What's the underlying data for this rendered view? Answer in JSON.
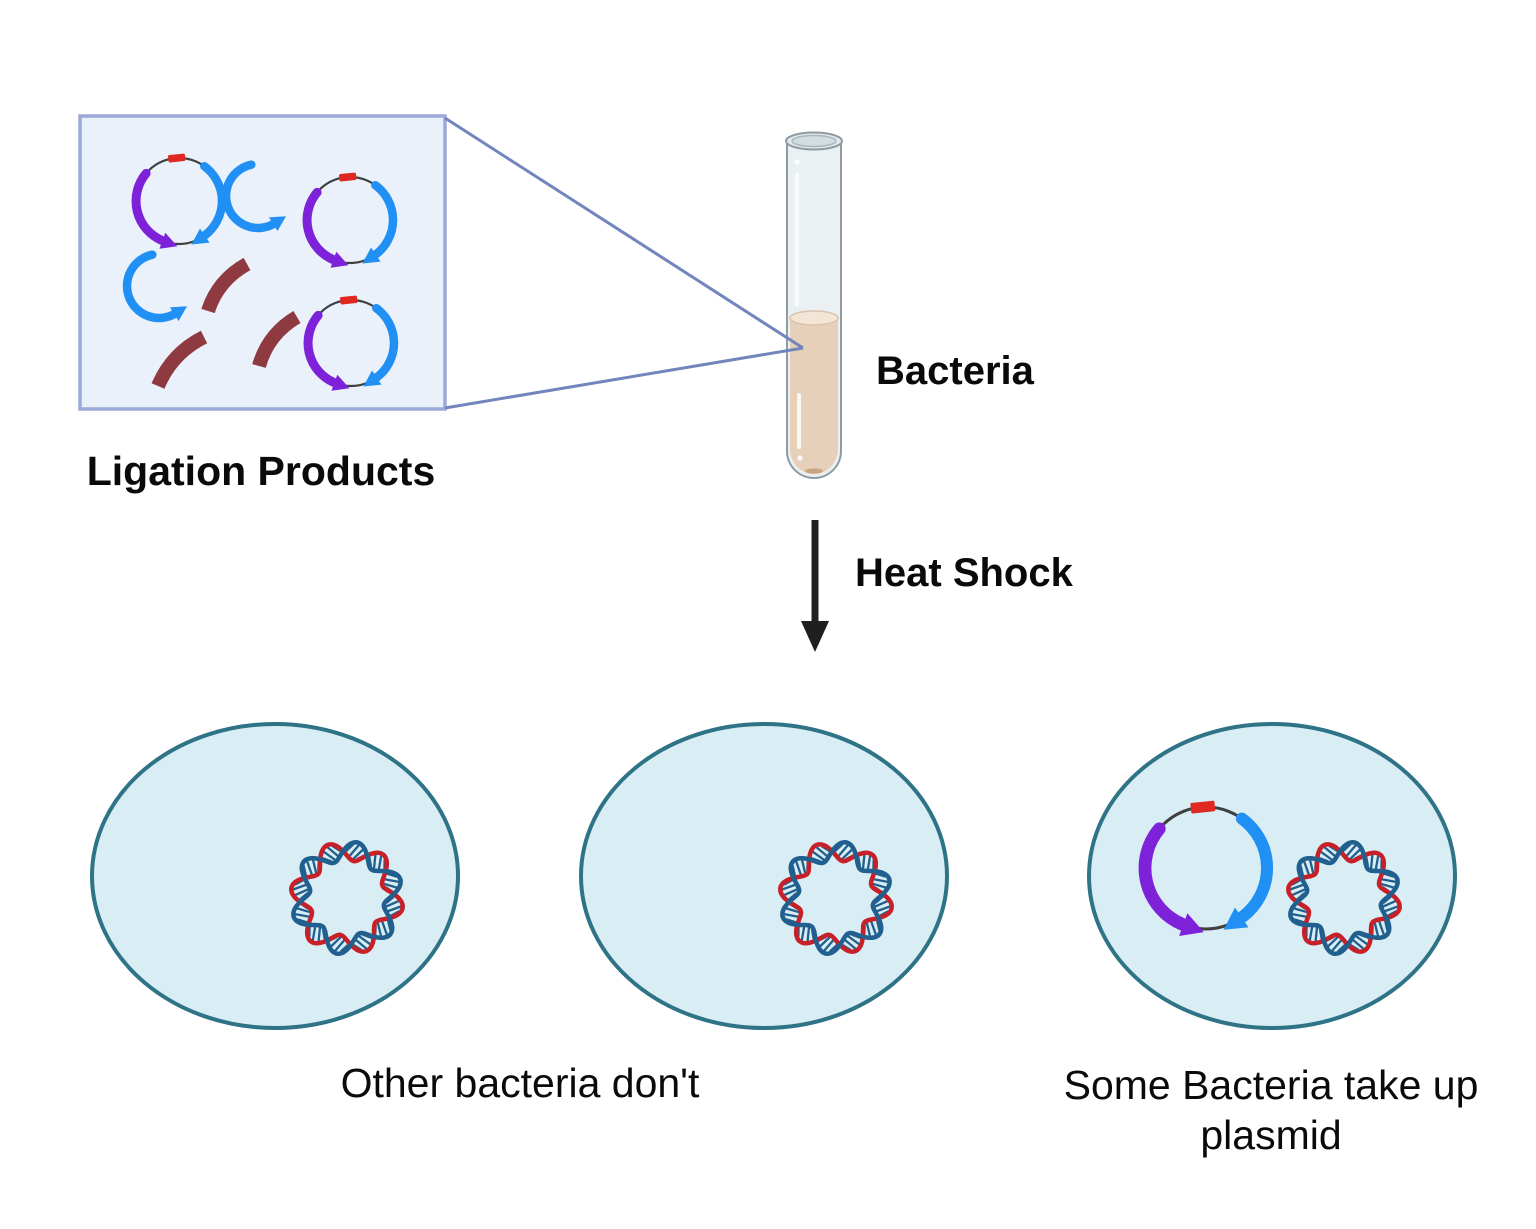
{
  "labels": {
    "ligation_products": "Ligation Products",
    "bacteria": "Bacteria",
    "heat_shock": "Heat Shock",
    "other_bacteria": "Other bacteria don't",
    "some_bacteria": "Some Bacteria take up plasmid"
  },
  "diagram": {
    "ligation_box": {
      "plasmids": 3,
      "insert_arcs": 2,
      "cut_fragments": 3
    },
    "tube": {
      "label": "Bacteria",
      "content": "bacterial culture"
    },
    "process": {
      "label": "Heat Shock"
    },
    "cells": [
      {
        "name": "bacterium-1",
        "has_chromosome": true,
        "has_plasmid": false
      },
      {
        "name": "bacterium-2",
        "has_chromosome": true,
        "has_plasmid": false
      },
      {
        "name": "bacterium-3",
        "has_chromosome": true,
        "has_plasmid": true
      }
    ]
  },
  "colors": {
    "background": "#ffffff",
    "box_fill": "#eaf1fb",
    "box_border": "#9aa9d8",
    "zoom_line": "#7285bd",
    "plasmid_backbone": "#3f3f3f",
    "plasmid_blue": "#2090f4",
    "plasmid_purple": "#7e22da",
    "plasmid_marker_red": "#e02820",
    "fragment_maroon": "#8e3a40",
    "tube_glass": "#e9eef1",
    "tube_outline": "#8f9ba3",
    "tube_rim_fill": "#e2eaee",
    "tube_rim_inner": "#d2dde2",
    "tube_liquid": "#e6d0ba",
    "tube_liquid_top": "#f3e6d6",
    "tube_liquid_shadow": "#c9a480",
    "arrow_black": "#1f1f1f",
    "cell_fill": "#d8edf4",
    "cell_border": "#2e7386",
    "dna_red": "#c82028",
    "dna_blue": "#205f8e",
    "text": "#0a0a0a"
  }
}
